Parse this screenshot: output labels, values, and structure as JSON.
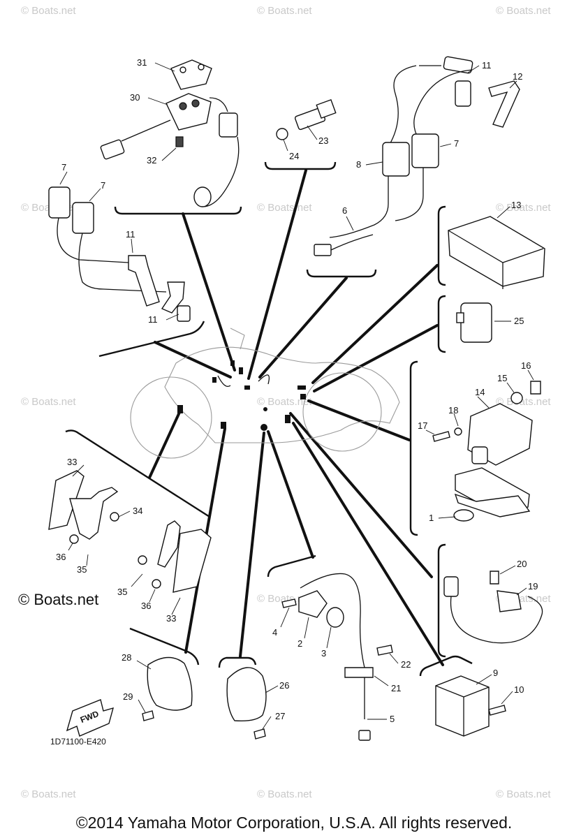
{
  "watermark": "© Boats.net",
  "watermark_bold": "© Boats.net",
  "drawing_code": "1D71100-E420",
  "fwd_label": "FWD",
  "copyright": "©2014 Yamaha Motor Corporation, U.S.A. All rights reserved.",
  "callouts": {
    "c1": "1",
    "c2": "2",
    "c3": "3",
    "c4": "4",
    "c5": "5",
    "c6": "6",
    "c7a": "7",
    "c7b": "7",
    "c7c": "7",
    "c8": "8",
    "c9": "9",
    "c10": "10",
    "c11a": "11",
    "c11b": "11",
    "c11c": "11",
    "c12": "12",
    "c13": "13",
    "c14": "14",
    "c15": "15",
    "c16": "16",
    "c17": "17",
    "c18": "18",
    "c19": "19",
    "c20": "20",
    "c21": "21",
    "c22": "22",
    "c23": "23",
    "c24": "24",
    "c25": "25",
    "c26": "26",
    "c27": "27",
    "c28": "28",
    "c29": "29",
    "c30": "30",
    "c31": "31",
    "c32": "32",
    "c33a": "33",
    "c33b": "33",
    "c34": "34",
    "c35a": "35",
    "c35b": "35",
    "c36a": "36",
    "c36b": "36"
  }
}
